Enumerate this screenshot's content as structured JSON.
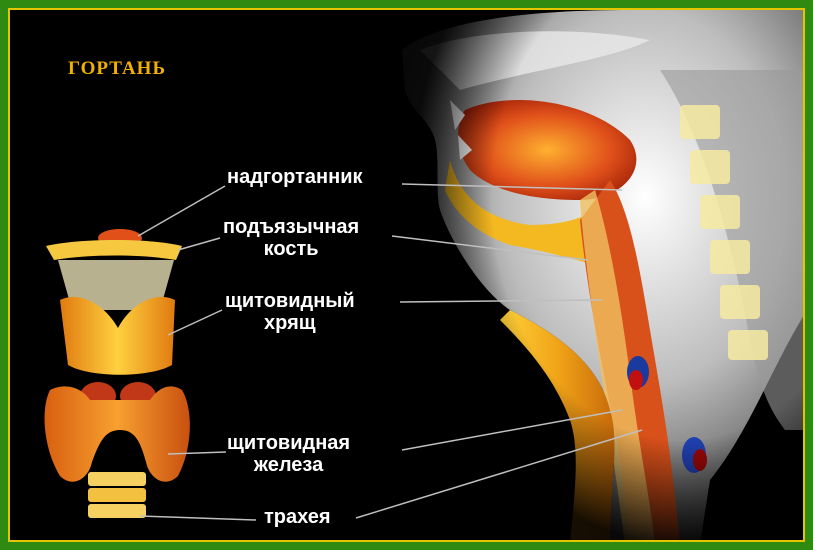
{
  "title": "ГОРТАНЬ",
  "labels": {
    "epiglottis": "надгортанник",
    "hyoid_line1": "подъязычная",
    "hyoid_line2": "кость",
    "thyroid_cart_line1": "щитовидный",
    "thyroid_cart_line2": "хрящ",
    "thyroid_gland_line1": "щитовидная",
    "thyroid_gland_line2": "железа",
    "trachea": "трахея"
  },
  "colors": {
    "background": "#000000",
    "frame": "#2f8a12",
    "title": "#f2b000",
    "label": "#ffffff",
    "leader": "#bfbfbf"
  }
}
